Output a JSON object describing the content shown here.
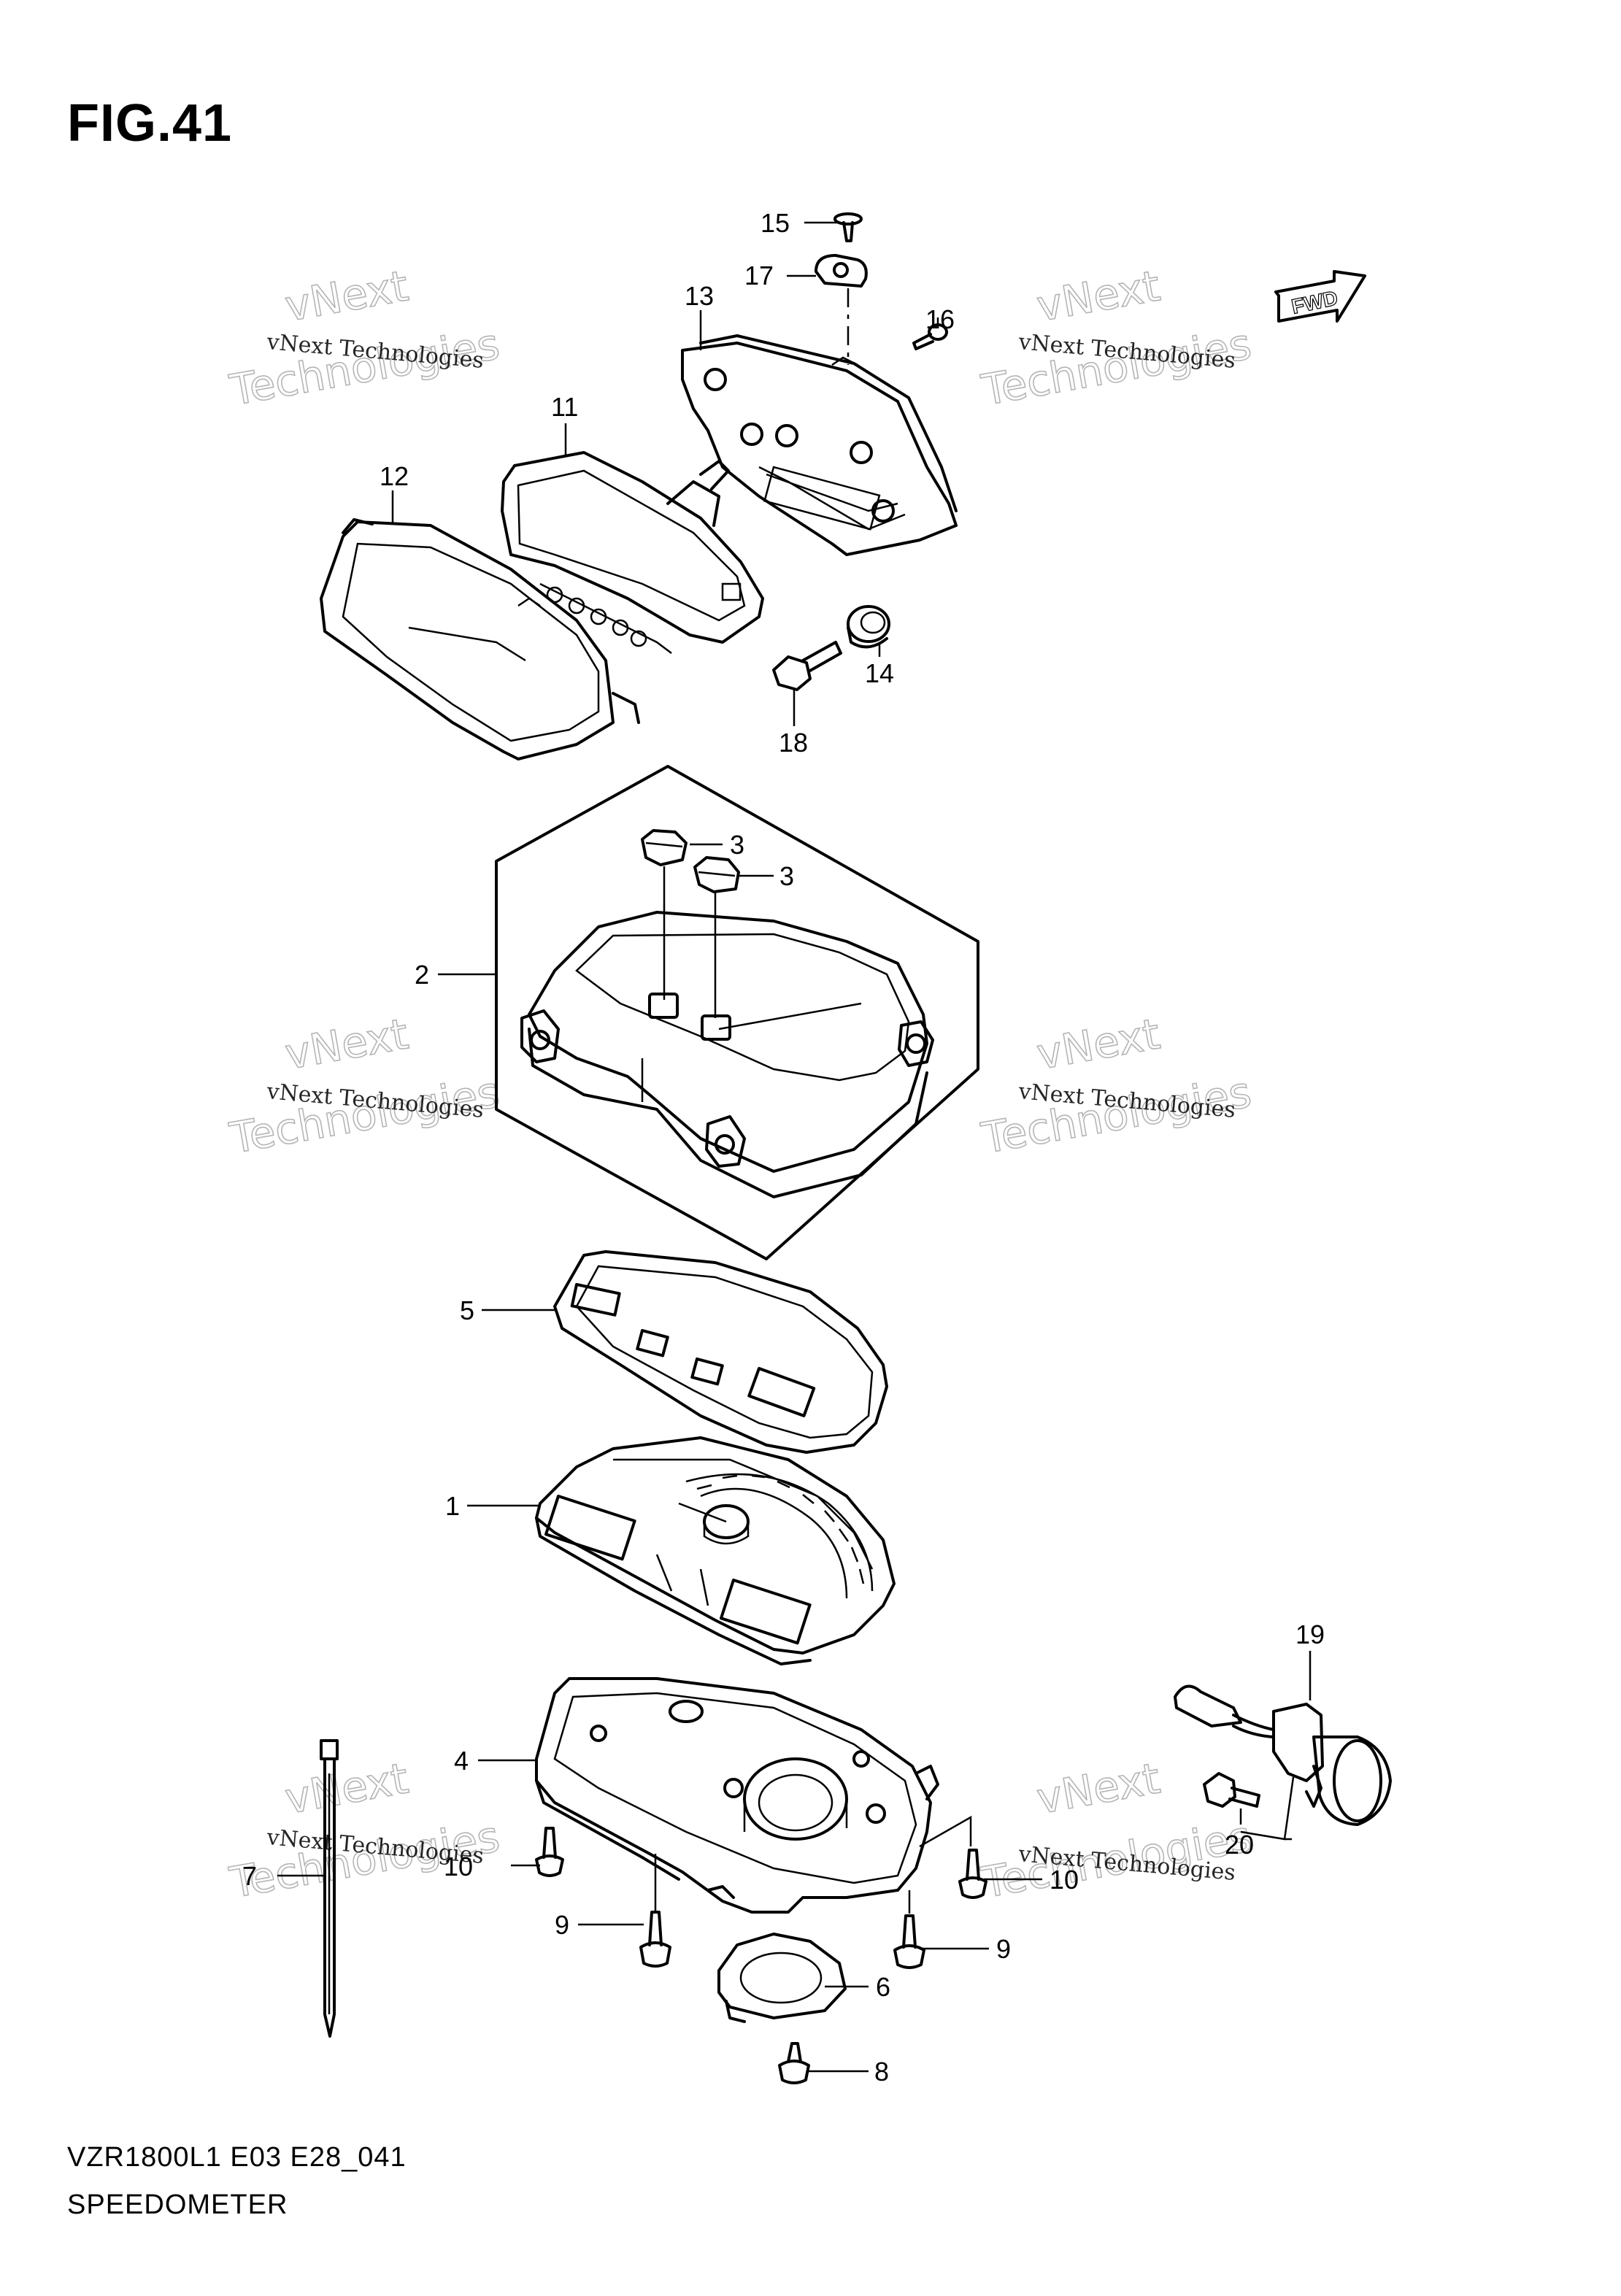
{
  "figure": {
    "title": "FIG.41",
    "model_code": "VZR1800L1 E03 E28_041",
    "section_name": "SPEEDOMETER"
  },
  "watermark": {
    "text": "vNext Technologies",
    "word_1": "vNext",
    "word_2": "Technologies"
  },
  "fwd_badge": "FWD",
  "callouts": [
    {
      "id": "15",
      "label": "15"
    },
    {
      "id": "17",
      "label": "17"
    },
    {
      "id": "13",
      "label": "13"
    },
    {
      "id": "16",
      "label": "16"
    },
    {
      "id": "11",
      "label": "11"
    },
    {
      "id": "12",
      "label": "12"
    },
    {
      "id": "14",
      "label": "14"
    },
    {
      "id": "18",
      "label": "18"
    },
    {
      "id": "3a",
      "label": "3"
    },
    {
      "id": "3b",
      "label": "3"
    },
    {
      "id": "2",
      "label": "2"
    },
    {
      "id": "5",
      "label": "5"
    },
    {
      "id": "1",
      "label": "1"
    },
    {
      "id": "19",
      "label": "19"
    },
    {
      "id": "4",
      "label": "4"
    },
    {
      "id": "20",
      "label": "20"
    },
    {
      "id": "7",
      "label": "7"
    },
    {
      "id": "10a",
      "label": "10"
    },
    {
      "id": "10b",
      "label": "10"
    },
    {
      "id": "9a",
      "label": "9"
    },
    {
      "id": "9b",
      "label": "9"
    },
    {
      "id": "6",
      "label": "6"
    },
    {
      "id": "8",
      "label": "8"
    }
  ]
}
